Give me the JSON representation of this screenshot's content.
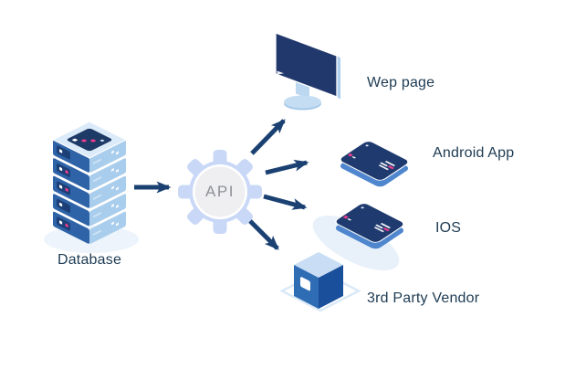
{
  "diagram": {
    "background": "#ffffff",
    "nodes": {
      "database": {
        "label": "Database",
        "icon": "server-stack-icon"
      },
      "api": {
        "label": "API",
        "icon": "gear-icon"
      },
      "web": {
        "label": "Wep page",
        "icon": "monitor-icon"
      },
      "android": {
        "label": "Android App",
        "icon": "smartphone-icon"
      },
      "ios": {
        "label": "IOS",
        "icon": "smartphone-icon"
      },
      "vendor": {
        "label": "3rd Party Vendor",
        "icon": "cube-icon"
      }
    },
    "edges": [
      {
        "from": "database",
        "to": "api"
      },
      {
        "from": "api",
        "to": "web"
      },
      {
        "from": "api",
        "to": "android"
      },
      {
        "from": "api",
        "to": "ios"
      },
      {
        "from": "api",
        "to": "vendor"
      }
    ],
    "colors": {
      "navy": "#1e3a6e",
      "arrow": "#1b4173",
      "label_text": "#1d3b53",
      "gear": "#c9d8f7",
      "gear_center": "#efeff2",
      "api_text": "#8d9095",
      "phone_edge": "#4f86ce",
      "server_face_left": "#2e63a7",
      "server_face_right": "#a9cdec",
      "server_top": "#dcebf9",
      "accent_pink": "#ee3d8f",
      "cube_left": "#2e6cb3",
      "cube_right": "#1a4f9b",
      "cube_top": "#c9def5",
      "stand_blue": "#bcd7f0",
      "glow_blue": "#e8f1fa"
    }
  }
}
